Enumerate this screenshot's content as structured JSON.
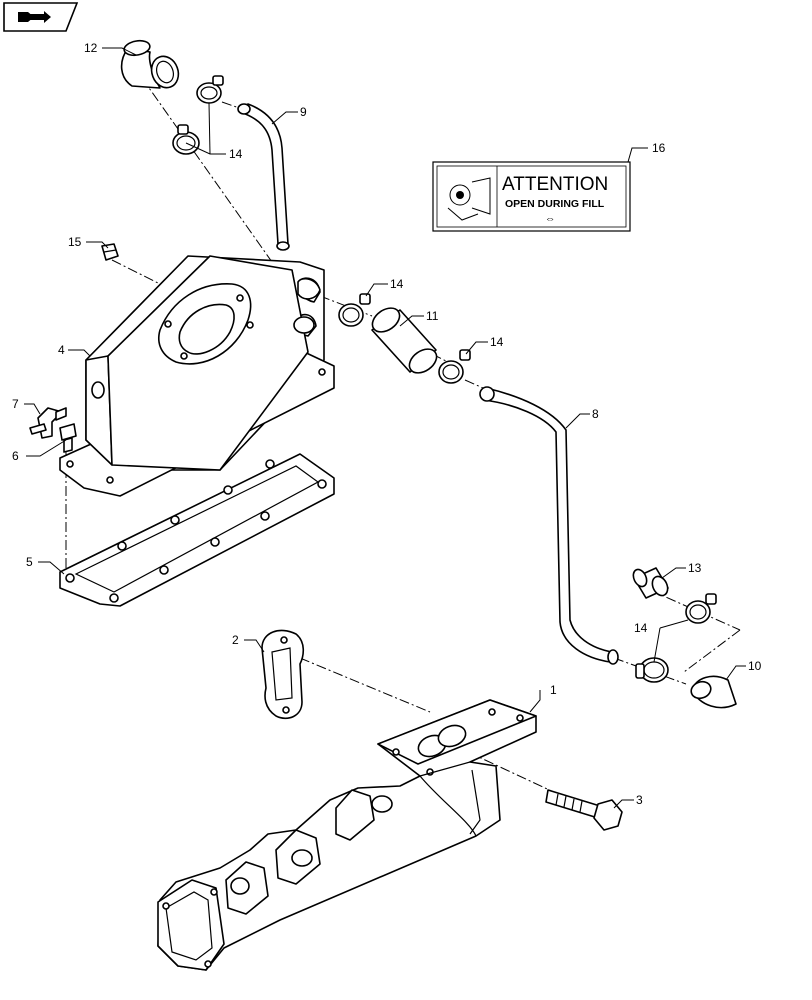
{
  "callouts": [
    "12",
    "14",
    "9",
    "16",
    "15",
    "4",
    "14",
    "11",
    "14",
    "7",
    "6",
    "8",
    "5",
    "13",
    "14",
    "2",
    "10",
    "1",
    "3"
  ],
  "decal": {
    "title": "ATTENTION",
    "subtitle": "OPEN DURING FILL",
    "arrow": "⇔"
  },
  "nav_icon": "arrow-right-icon"
}
